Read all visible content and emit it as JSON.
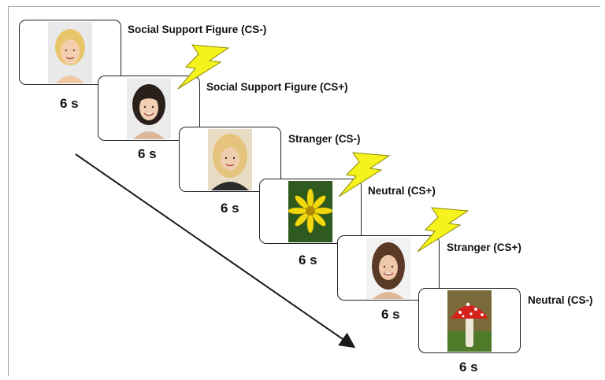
{
  "trials": [
    {
      "label": "Social Support Figure (CS-)",
      "duration": "6 s",
      "image": "blonde-woman-photo",
      "shock": false
    },
    {
      "label": "Social Support Figure (CS+)",
      "duration": "6 s",
      "image": "asian-woman-photo",
      "shock": true
    },
    {
      "label": "Stranger (CS-)",
      "duration": "6 s",
      "image": "blonde-stranger-photo",
      "shock": false
    },
    {
      "label": "Neutral (CS+)",
      "duration": "6 s",
      "image": "yellow-flower-photo",
      "shock": true
    },
    {
      "label": "Stranger (CS+)",
      "duration": "6 s",
      "image": "brunette-woman-photo",
      "shock": true
    },
    {
      "label": "Neutral (CS-)",
      "duration": "6 s",
      "image": "red-mushroom-photo",
      "shock": false
    }
  ],
  "colors": {
    "bolt_fill": "#f5f21e",
    "bolt_stroke": "#8a8a00",
    "arrow": "#1a1a1a"
  },
  "icons": {
    "shock": "lightning-bolt-icon",
    "time": "diagonal-arrow-icon"
  }
}
